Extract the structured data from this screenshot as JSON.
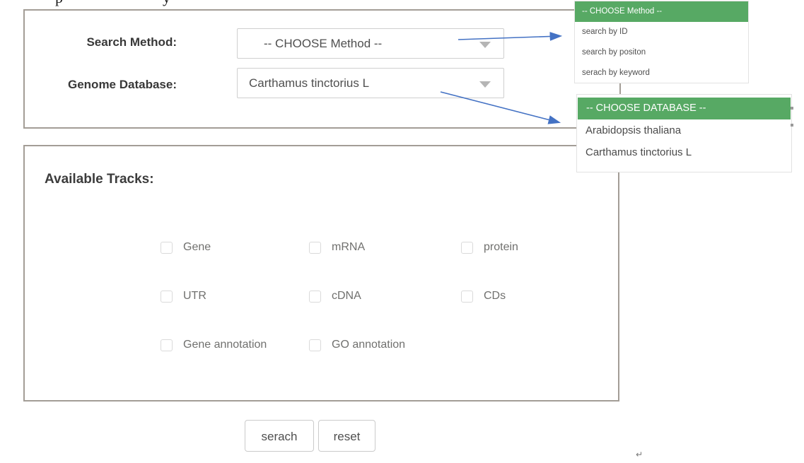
{
  "page": {
    "clipped_fragments": [
      "p",
      "y"
    ],
    "return_mark": "↵"
  },
  "search_panel": {
    "method_label": "Search Method:",
    "method_value": "-- CHOOSE Method --",
    "database_label": "Genome Database:",
    "database_value": "Carthamus tinctorius L"
  },
  "method_dropdown": {
    "header": "-- CHOOSE Method --",
    "options": [
      "search by ID",
      "search by positon",
      "serach by keyword"
    ]
  },
  "database_dropdown": {
    "header": "-- CHOOSE DATABASE --",
    "options": [
      "Arabidopsis thaliana",
      "Carthamus tinctorius L"
    ]
  },
  "tracks_panel": {
    "heading": "Available Tracks:",
    "checkboxes": [
      "Gene",
      "mRNA",
      "protein",
      "UTR",
      "cDNA",
      "CDs",
      "Gene annotation",
      "GO annotation"
    ]
  },
  "buttons": {
    "search": "serach",
    "reset": "reset"
  },
  "colors": {
    "highlight_green": "#57a964",
    "arrow_blue": "#4472c4",
    "panel_border": "#a39d96"
  }
}
